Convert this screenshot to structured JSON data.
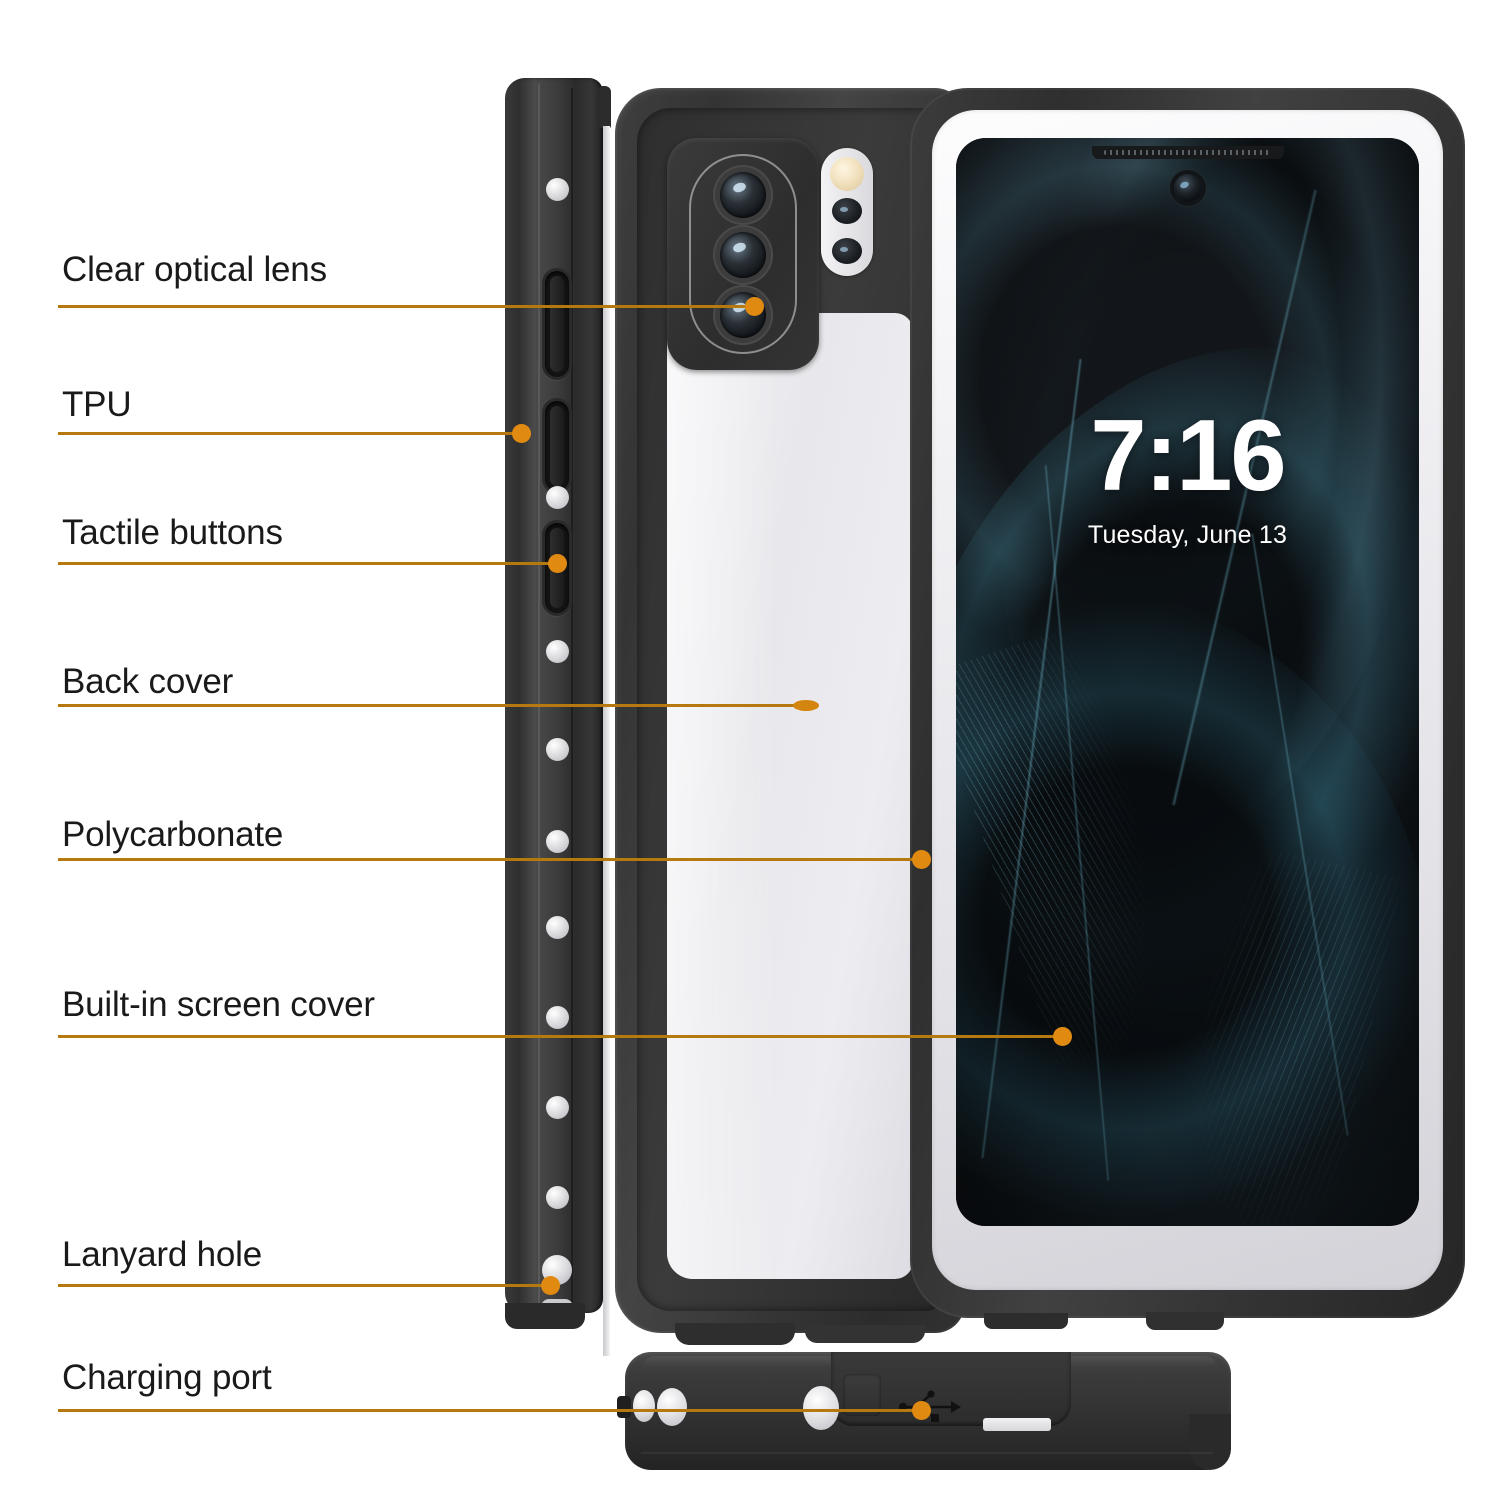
{
  "diagram": {
    "title": "Waterproof phone case feature callouts",
    "accent_color": "#b5790f",
    "dot_color": "#e08a12",
    "background": "#ffffff"
  },
  "callouts": [
    {
      "id": "clear-optical-lens",
      "label": "Clear optical lens",
      "target": "rear-camera-lens"
    },
    {
      "id": "tpu",
      "label": "TPU",
      "target": "side-frame-tpu"
    },
    {
      "id": "tactile-buttons",
      "label": "Tactile buttons",
      "target": "side-button-slot"
    },
    {
      "id": "back-cover",
      "label": "Back cover",
      "target": "case-clear-back"
    },
    {
      "id": "polycarbonate",
      "label": "Polycarbonate",
      "target": "case-right-edge"
    },
    {
      "id": "built-in-screen-cover",
      "label": "Built-in screen cover",
      "target": "front-screen-protector"
    },
    {
      "id": "lanyard-hole",
      "label": "Lanyard hole",
      "target": "side-lanyard-hole"
    },
    {
      "id": "charging-port",
      "label": "Charging port",
      "target": "bottom-usb-port"
    }
  ],
  "phone_screen": {
    "time": "7:16",
    "date": "Tuesday, June 13",
    "wallpaper": "dark abstract teal swirl"
  },
  "views": {
    "side_profile": {
      "name": "Side profile view",
      "features": [
        "lanyard-hole",
        "button-slots",
        "screw-dots"
      ]
    },
    "back": {
      "name": "Back / case view",
      "features": [
        "triple-camera",
        "flash",
        "clear-back-panel",
        "side-buttons"
      ]
    },
    "front": {
      "name": "Front view",
      "features": [
        "earpiece-speaker",
        "front-camera",
        "lock-screen-clock"
      ]
    },
    "bottom": {
      "name": "Bottom view",
      "features": [
        "usb-charging-port",
        "port-cover",
        "speaker-holes"
      ]
    }
  },
  "icons": {
    "usb": "usb-icon",
    "camera_lens": "camera-lens-icon",
    "flash": "flash-icon",
    "front_camera": "front-camera-icon",
    "earpiece": "earpiece-speaker-icon",
    "lanyard": "lanyard-hole-icon"
  }
}
